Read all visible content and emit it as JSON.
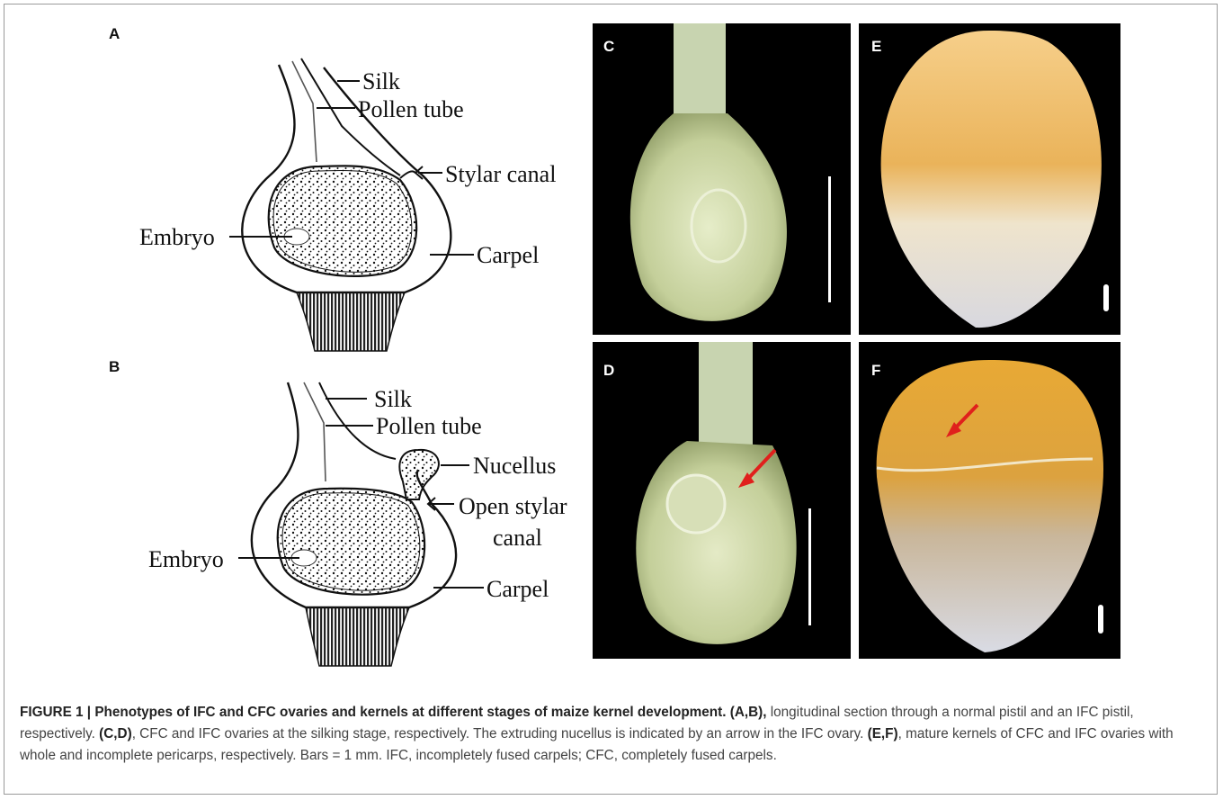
{
  "figure": {
    "panels": {
      "A": "A",
      "B": "B",
      "C": "C",
      "D": "D",
      "E": "E",
      "F": "F"
    },
    "diagram_a_labels": {
      "silk": "Silk",
      "pollen_tube": "Pollen tube",
      "stylar_canal": "Stylar canal",
      "embryo": "Embryo",
      "carpel": "Carpel"
    },
    "diagram_b_labels": {
      "silk": "Silk",
      "pollen_tube": "Pollen tube",
      "nucellus": "Nucellus",
      "open_stylar_1": "Open stylar",
      "open_stylar_2": "canal",
      "embryo": "Embryo",
      "carpel": "Carpel"
    },
    "colors": {
      "arrow": "#e0201c",
      "photo_bg": "#000000"
    }
  },
  "caption": {
    "title": "FIGURE 1 | Phenotypes of IFC and CFC ovaries and kernels at different stages of maize kernel development.",
    "ref_ab": "(A,B),",
    "text_ab": " longitudinal section through a normal pistil and an IFC pistil, respectively. ",
    "ref_cd": "(C,D)",
    "text_cd": ", CFC and IFC ovaries at the silking stage, respectively. The extruding nucellus is indicated by an arrow in the IFC ovary. ",
    "ref_ef": "(E,F)",
    "text_ef": ", mature kernels of CFC and IFC ovaries with whole and incomplete pericarps, respectively. Bars = 1 mm. IFC, incompletely fused carpels; CFC, completely fused carpels."
  }
}
